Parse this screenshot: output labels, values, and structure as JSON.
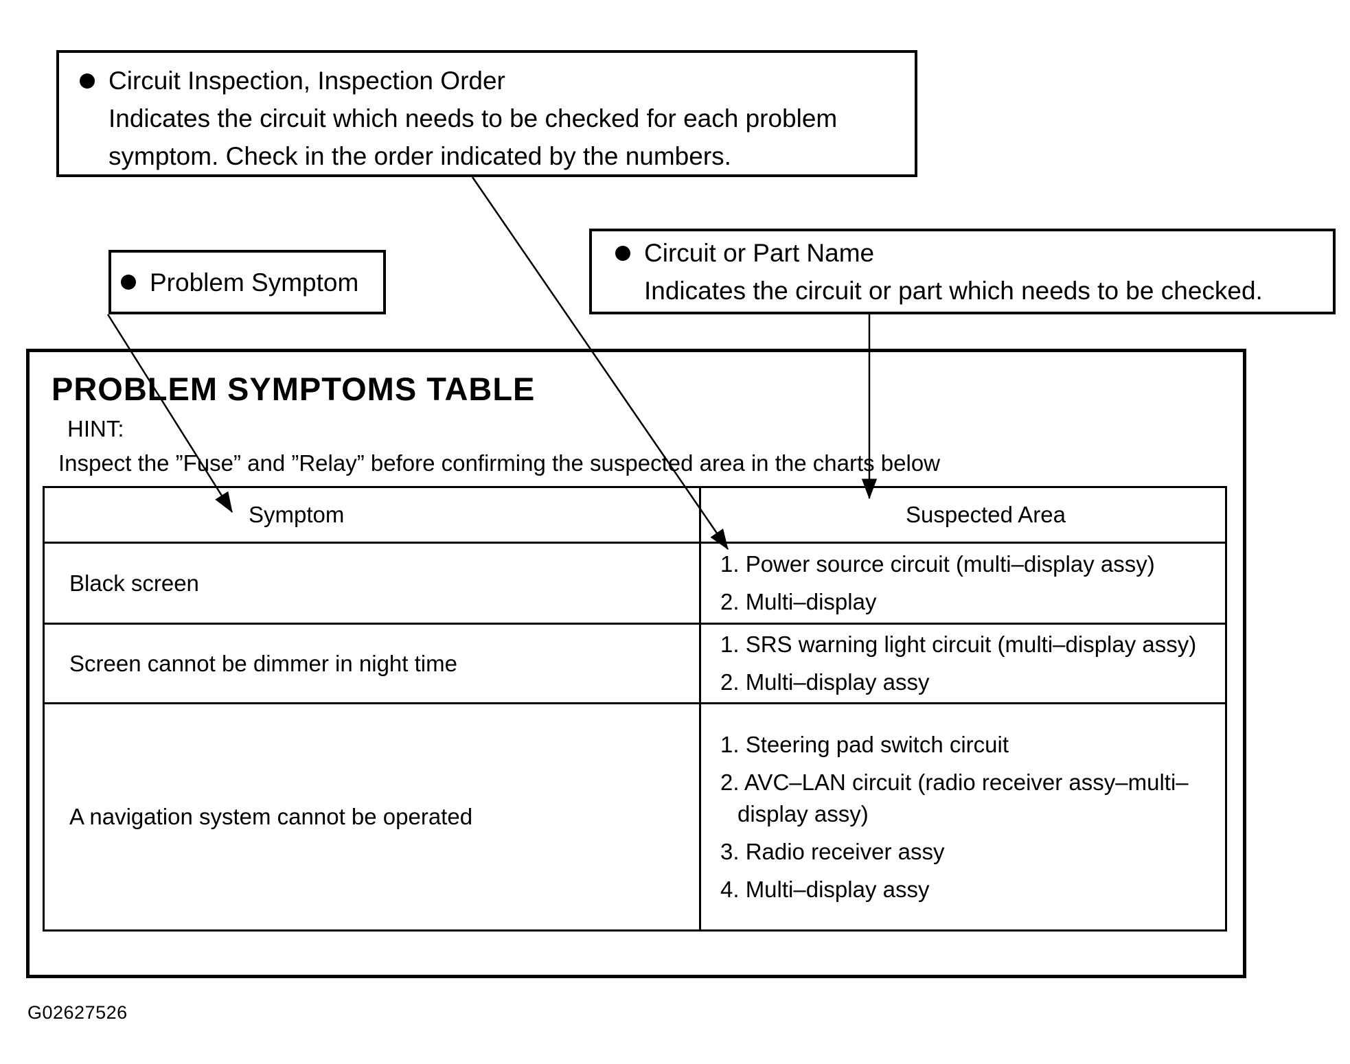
{
  "callouts": {
    "inspection_order": {
      "title": "Circuit Inspection, Inspection Order",
      "desc_line1": "Indicates the circuit which needs to be checked for each problem",
      "desc_line2": "symptom. Check in the order indicated by the numbers."
    },
    "problem_symptom": {
      "title": "Problem Symptom"
    },
    "circuit_part_name": {
      "title": "Circuit or Part Name",
      "desc_line1": "Indicates the circuit or part which needs to be checked."
    }
  },
  "panel": {
    "title": "PROBLEM SYMPTOMS TABLE",
    "hint_label": "HINT:",
    "hint_text": "Inspect the ”Fuse” and ”Relay” before confirming the suspected area in the charts below",
    "table": {
      "headers": {
        "symptom": "Symptom",
        "suspected_area": "Suspected Area"
      },
      "rows": [
        {
          "symptom": "Black screen",
          "areas": [
            "1. Power source circuit (multi–display assy)",
            "2. Multi–display"
          ]
        },
        {
          "symptom": "Screen cannot be dimmer in night time",
          "areas": [
            "1. SRS warning light circuit (multi–display assy)",
            "2. Multi–display assy"
          ]
        },
        {
          "symptom": "A navigation system cannot be operated",
          "areas": [
            "1. Steering pad switch circuit",
            "2. AVC–LAN circuit (radio receiver assy–multi–",
            "display assy)",
            "3. Radio receiver assy",
            "4. Multi–display assy"
          ]
        }
      ]
    }
  },
  "figure_code": "G02627526",
  "colors": {
    "ink": "#000000",
    "paper": "#ffffff"
  }
}
